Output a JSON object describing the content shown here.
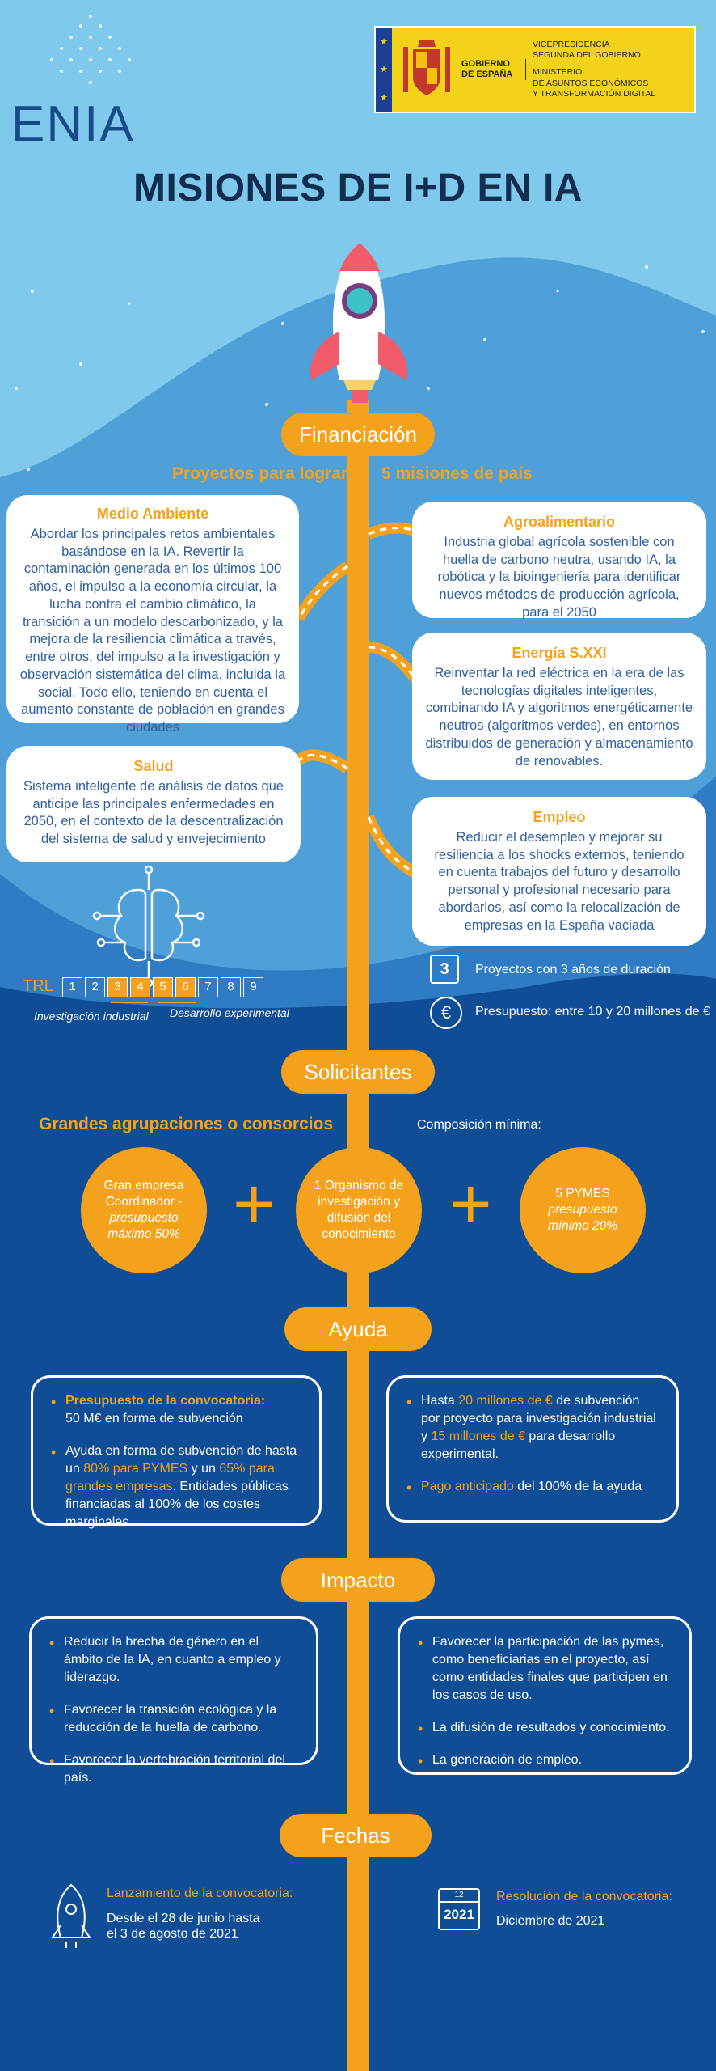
{
  "colors": {
    "accent": "#f4a11c",
    "navy": "#0f4d96",
    "sky": "#7ec9ec",
    "title": "#132d4f"
  },
  "header": {
    "logo": "ENIA",
    "gov_name": "GOBIERNO DE ESPAÑA",
    "vp_line1": "VICEPRESIDENCIA",
    "vp_line2": "SEGUNDA DEL GOBIERNO",
    "min_line1": "MINISTERIO",
    "min_line2": "DE ASUNTOS ECONÓMICOS",
    "min_line3": "Y TRANSFORMACIÓN DIGITAL"
  },
  "title": "MISIONES DE I+D EN IA",
  "financiacion": {
    "pill": "Financiación",
    "sub_left": "Proyectos para lograr",
    "sub_right": "5 misiones de país",
    "missions": [
      {
        "title": "Medio Ambiente",
        "text": "Abordar los principales retos ambientales basándose en la IA. Revertir la contaminación generada en los últimos 100 años, el impulso a la economía circular, la lucha contra el cambio climático, la transición a un modelo descarbonizado, y la mejora de la resiliencia climática a través, entre otros, del impulso a la investigación y observación sistemática del clima, incluida la social. Todo ello, teniendo en cuenta el aumento constante de población en grandes ciudades"
      },
      {
        "title": "Salud",
        "text": "Sistema inteligente de análisis de datos que anticipe las principales enfermedades en 2050, en el contexto de la descentralización del sistema de salud y envejecimiento"
      },
      {
        "title": "Agroalimentario",
        "text": "Industria global agrícola sostenible con huella de carbono neutra, usando IA, la robótica y la bioingeniería para identificar nuevos métodos de producción agrícola, para el 2050"
      },
      {
        "title": "Energía S.XXI",
        "text": "Reinventar la red eléctrica en la era de las tecnologías digitales inteligentes, combinando IA y algoritmos energéticamente neutros (algoritmos verdes), en entornos distribuidos de generación y almacenamiento de renovables."
      },
      {
        "title": "Empleo",
        "text": "Reducir el desempleo y mejorar su resiliencia a los shocks externos, teniendo en cuenta trabajos del futuro y desarrollo personal y profesional necesario para abordarlos, así como la relocalización de empresas en la España vaciada"
      }
    ],
    "trl_label": "TRL",
    "trl_levels": [
      "1",
      "2",
      "3",
      "4",
      "5",
      "6",
      "7",
      "8",
      "9"
    ],
    "trl_ind": "Investigación industrial",
    "trl_exp": "Desarrollo experimental",
    "duration_icon": "3",
    "duration": "Proyectos con 3 años de duración",
    "budget_icon": "€",
    "budget": "Presupuesto: entre 10 y 20 millones de €"
  },
  "solicitantes": {
    "pill": "Solicitantes",
    "heading": "Grandes agrupaciones o consorcios",
    "comp": "Composición mínima:",
    "c1_a": "Gran empresa",
    "c1_b": "Coordinador -",
    "c1_c": "presupuesto máximo 50%",
    "c2": "1 Organismo de investigación y difusión del conocimiento",
    "c3_a": "5 PYMES",
    "c3_b": "presupuesto mínimo 20%",
    "plus": "+"
  },
  "ayuda": {
    "pill": "Ayuda",
    "l1_h": "Presupuesto de la convocatoria:",
    "l1_t": "50 M€ en forma de subvención",
    "l2_a": "Ayuda en forma de subvención de hasta un ",
    "l2_b": "80% para PYMES",
    "l2_c": " y un ",
    "l2_d": "65% para grandes empresas",
    "l2_e": ". Entidades públicas financiadas al 100% de los costes marginales.",
    "r1_a": "Hasta ",
    "r1_b": "20 millones de €",
    "r1_c": " de subvención por proyecto para investigación industrial y ",
    "r1_d": "15 millones de €",
    "r1_e": " para desarrollo experimental.",
    "r2_a": "Pago anticipado",
    "r2_b": " del 100% de la ayuda"
  },
  "impacto": {
    "pill": "Impacto",
    "left": [
      "Reducir la brecha de género en el ámbito de la IA, en cuanto a empleo y liderazgo.",
      "Favorecer la transición ecológica y la reducción de la huella de carbono.",
      "Favorecer la vertebración territorial del país."
    ],
    "right": [
      "Favorecer la participación de las pymes, como beneficiarias en el proyecto, así como entidades finales que participen en los casos de uso.",
      "La difusión de resultados y conocimiento.",
      "La generación de empleo."
    ]
  },
  "fechas": {
    "pill": "Fechas",
    "launch_label": "Lanzamiento de la convocatoria:",
    "launch_text1": "Desde el 28 de junio hasta",
    "launch_text2": "el 3 de agosto de 2021",
    "cal_day": "12",
    "cal_year": "2021",
    "res_label": "Resolución de la convocatoria:",
    "res_text": "Diciembre de 2021"
  }
}
